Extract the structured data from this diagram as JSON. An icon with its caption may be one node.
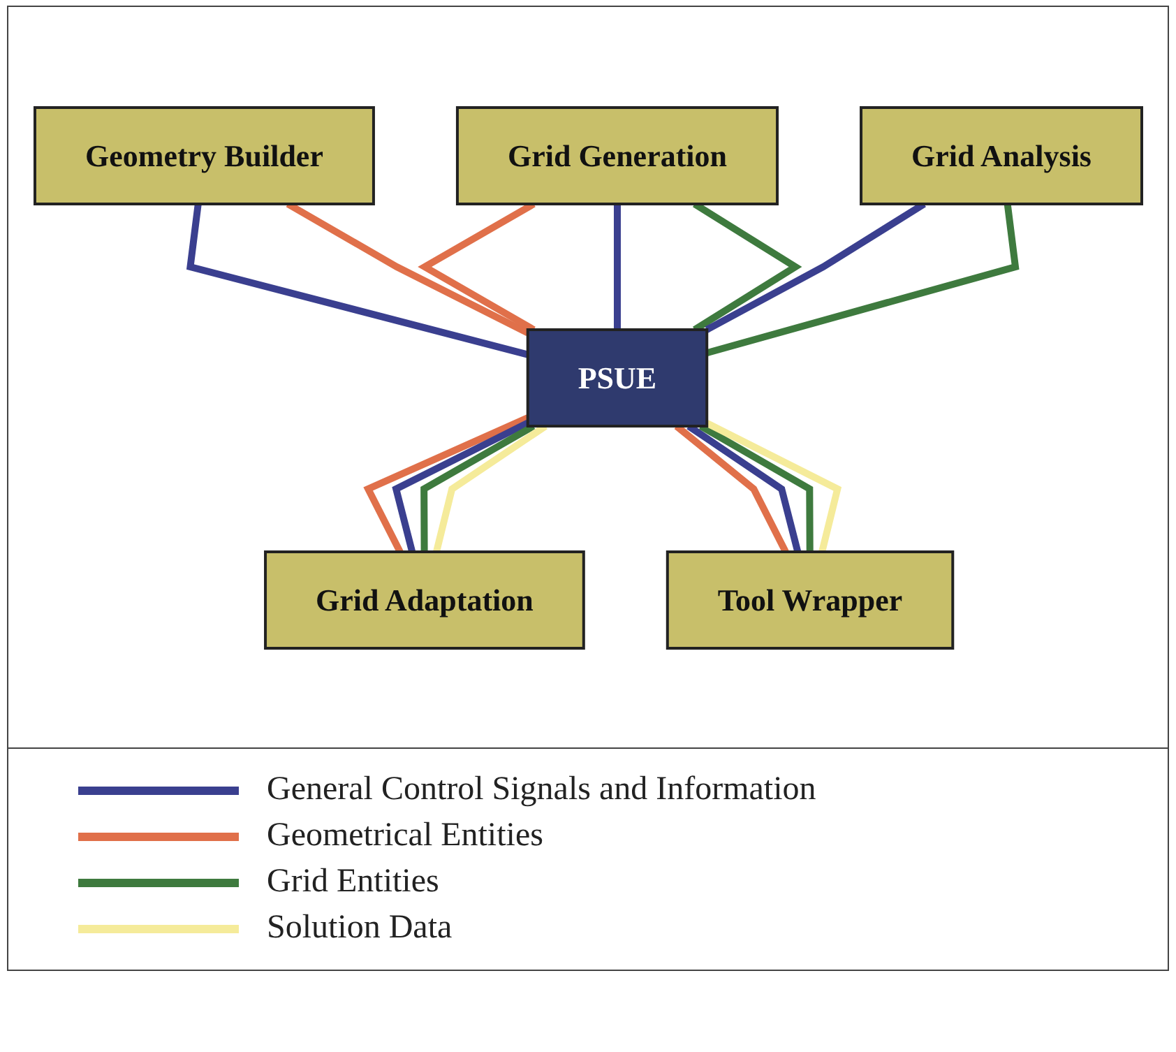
{
  "diagram": {
    "nodes": [
      {
        "text": [
          "Geometry Builder"
        ]
      },
      {
        "text": [
          "Grid Generation"
        ]
      },
      {
        "text": [
          "Grid Analysis"
        ]
      },
      {
        "text": [
          "PSUE"
        ]
      },
      {
        "text": [
          "Grid Adaptation"
        ]
      },
      {
        "text": [
          "Tool Wrapper"
        ]
      }
    ],
    "edges": [
      {
        "from": 0,
        "to": 3,
        "arrow": "none",
        "color": "#3a3f8f"
      },
      {
        "from": 0,
        "to": 3,
        "arrow": "none",
        "color": "#e0704a"
      },
      {
        "from": 1,
        "to": 3,
        "arrow": "none",
        "color": "#e0704a"
      },
      {
        "from": 1,
        "to": 3,
        "arrow": "none",
        "color": "#3a3f8f"
      },
      {
        "from": 1,
        "to": 3,
        "arrow": "none",
        "color": "#3e7a3e"
      },
      {
        "from": 2,
        "to": 3,
        "arrow": "none",
        "color": "#3a3f8f"
      },
      {
        "from": 2,
        "to": 3,
        "arrow": "none",
        "color": "#3e7a3e"
      },
      {
        "from": 3,
        "to": 4,
        "arrow": "none",
        "color": "#e0704a"
      },
      {
        "from": 3,
        "to": 4,
        "arrow": "none",
        "color": "#3a3f8f"
      },
      {
        "from": 3,
        "to": 4,
        "arrow": "none",
        "color": "#3e7a3e"
      },
      {
        "from": 3,
        "to": 4,
        "arrow": "none",
        "color": "#f5eb9a"
      },
      {
        "from": 3,
        "to": 5,
        "arrow": "none",
        "color": "#e0704a"
      },
      {
        "from": 3,
        "to": 5,
        "arrow": "none",
        "color": "#3a3f8f"
      },
      {
        "from": 3,
        "to": 5,
        "arrow": "none",
        "color": "#3e7a3e"
      },
      {
        "from": 3,
        "to": 5,
        "arrow": "none",
        "color": "#f5eb9a"
      }
    ],
    "legend": [
      {
        "text": "General Control Signals and Information",
        "color": "#3a3f8f"
      },
      {
        "text": "Geometrical Entities",
        "color": "#e0704a"
      },
      {
        "text": "Grid Entities",
        "color": "#3e7a3e"
      },
      {
        "text": "Solution Data",
        "color": "#f5eb9a"
      }
    ]
  }
}
